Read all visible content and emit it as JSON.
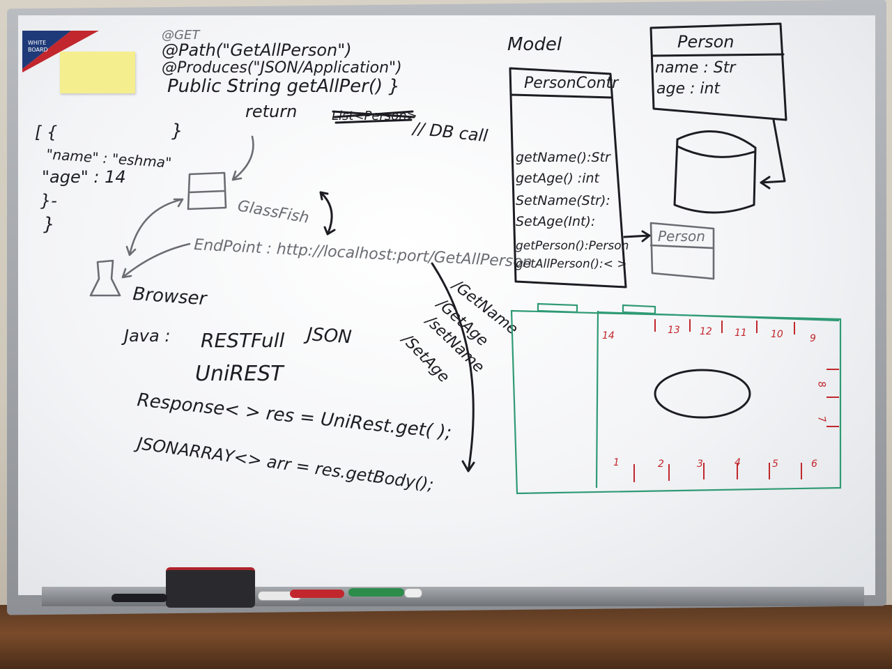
{
  "badge": {
    "line1": "WHITE",
    "line2": "BOARD"
  },
  "code": {
    "get": "@GET",
    "path": "@Path(\"GetAllPerson\")",
    "produces": "@Produces(\"JSON/Application\")",
    "method": "Public   String   getAllPer() }",
    "return": "return",
    "return_scribble": "List<Person>",
    "db_call": "// DB call"
  },
  "json_block": {
    "open": "[ {",
    "name_line": "\"name\" : \"eshma\"",
    "age_line": "\"age\"   : 14",
    "close1": "}-",
    "close2": "}",
    "brace_right": "}"
  },
  "server": {
    "label": "GlassFish"
  },
  "endpoint": {
    "text": "EndPoint : http://localhost:port/GetAllPerson"
  },
  "client": {
    "label": "Browser"
  },
  "lib": {
    "java": "Java :",
    "restfull": "RESTFull",
    "unirest": "UniREST",
    "json": "JSON"
  },
  "endpoints_list": [
    "/GetName",
    "/GetAge",
    "/setName",
    "/SetAge"
  ],
  "code2": {
    "response": "Response< >  res = UniRest.get(   );",
    "jsonarray": "JSONARRAY<>  arr = res.getBody();"
  },
  "model": {
    "title": "Model",
    "controller_title": "PersonContr",
    "methods": [
      "getName():Str",
      "getAge() :int",
      "SetName(Str):",
      "SetAge(Int):",
      "getPerson():Person",
      "getAllPerson():< >"
    ],
    "person_class_title": "Person",
    "person_fields": [
      "name : Str",
      "age  : int"
    ],
    "person_small_title": "Person"
  },
  "floorplan": {
    "seats_top": [
      "14",
      "13",
      "12",
      "11",
      "10",
      "9"
    ],
    "seats_right": [
      "8",
      "7"
    ],
    "seats_bottom": [
      "1",
      "2",
      "3",
      "4",
      "5",
      "6"
    ]
  },
  "colors": {
    "ink_black": "#1c1c22",
    "ink_gray": "#6a6c72",
    "ink_red": "#c1272d",
    "ink_teal": "#2f9a74",
    "sticky": "#f5ee8f"
  }
}
